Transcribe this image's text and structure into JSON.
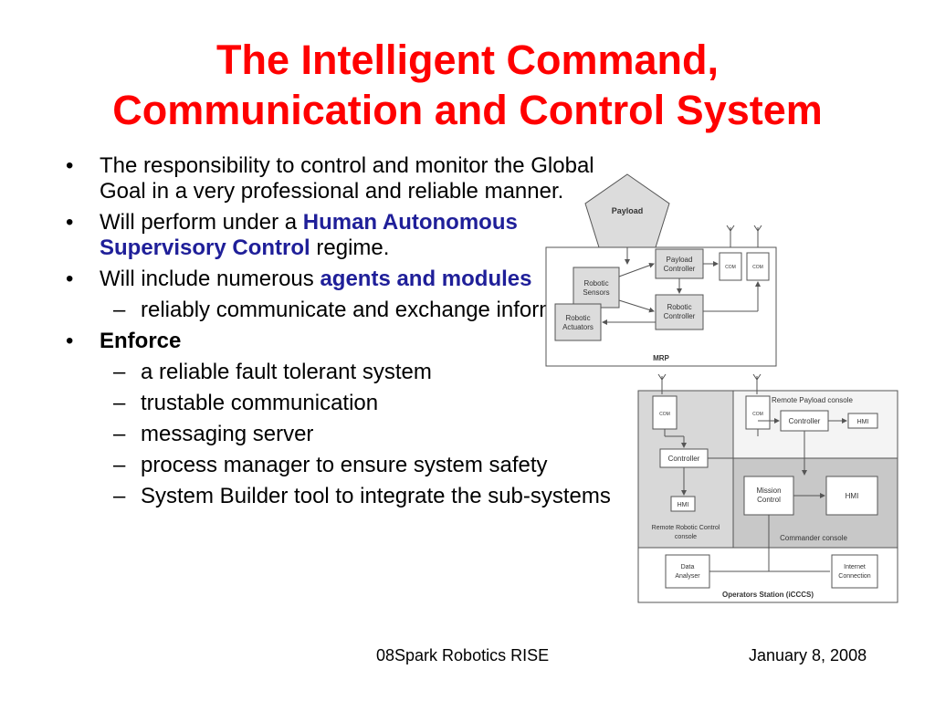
{
  "slide": {
    "title_line1": "The Intelligent Command,",
    "title_line2": "Communication and Control System",
    "bullets": [
      {
        "text": "The responsibility to control and monitor the Global Goal in a very professional and reliable manner."
      },
      {
        "pre": "Will perform under a ",
        "hl": "Human Autonomous Supervisory Control",
        "post": " regime."
      },
      {
        "pre": "Will include numerous ",
        "hl": "agents and modules"
      },
      {
        "sub": "reliably communicate and exchange information."
      },
      {
        "bold": "Enforce"
      },
      {
        "sub": "a reliable fault tolerant system"
      },
      {
        "sub": "trustable communication"
      },
      {
        "sub": "messaging server"
      },
      {
        "sub": "process manager to ensure system safety"
      },
      {
        "sub": "System Builder tool to integrate the sub-systems"
      }
    ],
    "footer_center": "08Spark Robotics  RISE",
    "footer_right": "January 8, 2008"
  },
  "diagram_top": {
    "payload": "Payload",
    "payload_controller_1": "Payload",
    "payload_controller_2": "Controller",
    "com1": "COM",
    "com2": "COM",
    "robotic_sensors_1": "Robotic",
    "robotic_sensors_2": "Sensors",
    "robotic_controller_1": "Robotic",
    "robotic_controller_2": "Controller",
    "robotic_actuators_1": "Robotic",
    "robotic_actuators_2": "Actuators",
    "mrp": "MRP"
  },
  "diagram_bottom": {
    "com_left": "COM",
    "com_right": "COM",
    "remote_payload_console": "Remote Payload console",
    "controller_right": "Controller",
    "hmi_right": "HMI",
    "controller_left": "Controller",
    "mission_control_1": "Mission",
    "mission_control_2": "Control",
    "hmi_center": "HMI",
    "hmi_left": "HMI",
    "remote_robotic_console_1": "Remote Robotic Control",
    "remote_robotic_console_2": "console",
    "commander_console": "Commander console",
    "data_analyser_1": "Data",
    "data_analyser_2": "Analyser",
    "internet_connection_1": "Internet",
    "internet_connection_2": "Connection",
    "operators_station": "Operators Station (iCCCS)"
  }
}
